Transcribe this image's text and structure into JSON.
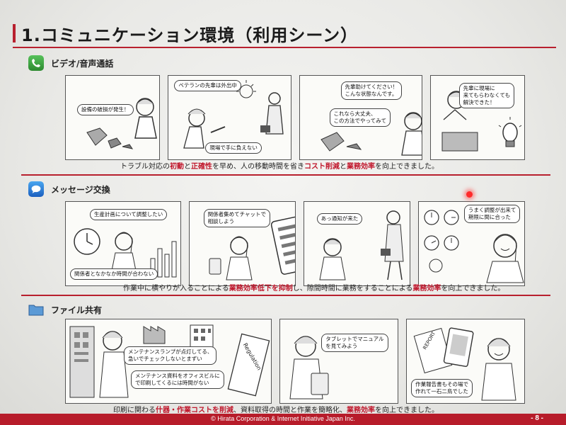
{
  "title": "1.コミュニケーション環境（利用シーン）",
  "sections": [
    {
      "heading": "ビデオ/音声通話",
      "icon": "phone-icon",
      "bubbles": [
        "設備の破損が発生！",
        "ベテランの先輩は外出中",
        "現場で手に負えない",
        "先輩助けてください！",
        "こんな状態なんです。",
        "これなら大丈夫、",
        "この方法でやってみて",
        "先輩に現場に",
        "来てもらわなくても",
        "解決できた！"
      ],
      "caption_parts": [
        "トラブル対応の",
        "初動",
        "と",
        "正確性",
        "を早め、人の移動時間を省き",
        "コスト削減",
        "と",
        "業務効率",
        "を向上できました。"
      ]
    },
    {
      "heading": "メッセージ交換",
      "icon": "chat-bubble-icon",
      "bubbles": [
        "生産計画について調整したい",
        "関係者となかなか時間が合わない",
        "関係者集めてチャットで",
        "相談しよう",
        "あっ通知が来た",
        "うまく調整が出来て",
        "期限に間に合った"
      ],
      "caption_parts": [
        "作業中に横やりが入ることによる",
        "業務効率低下を抑制",
        "し、隙間時間に業務をすることによる",
        "業務効率",
        "を向上できました。"
      ]
    },
    {
      "heading": "ファイル共有",
      "icon": "folder-icon",
      "bubbles": [
        "メンテナンスランプが点灯してる、",
        "急いでチェックしないとまずい",
        "メンテナンス資料をオフィスビルに",
        "で印刷してくるには時間がない",
        "Regulation",
        "タブレットでマニュアル",
        "を見てみよう",
        "REPORT",
        "作業報告書もその場で",
        "作れて一石二鳥でした"
      ],
      "caption_parts": [
        "印刷に関わる",
        "什器・作業コストを削減",
        "、資料取得の時間と作業を簡略化、",
        "業務効率",
        "を向上できました。"
      ]
    }
  ],
  "footer": {
    "copyright": "© Hirata Corporation & Internet Initiative Japan Inc.",
    "page": "- 8 -"
  },
  "colors": {
    "accent": "#b8202e",
    "highlight": "#c0162b",
    "footer": "#b71c2a"
  }
}
